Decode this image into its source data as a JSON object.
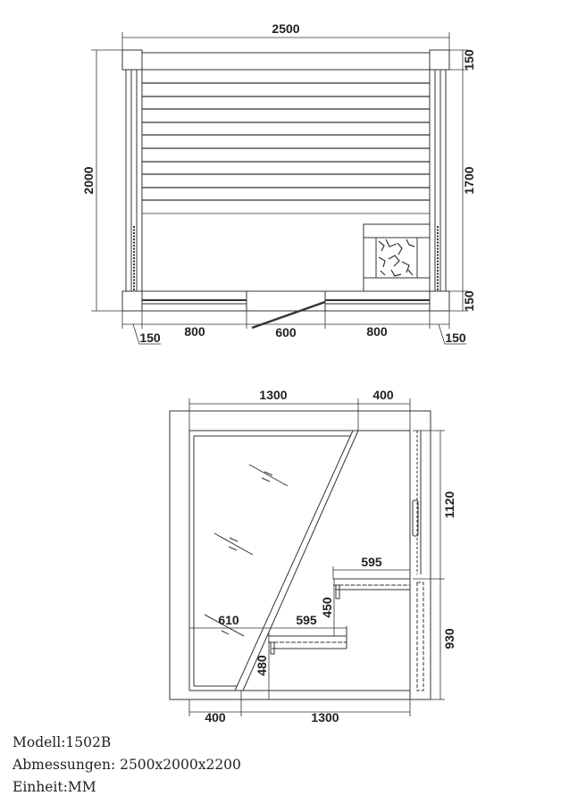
{
  "top_view": {
    "width": "2500",
    "depth": "2000",
    "side_top": "150",
    "side_middle": "1700",
    "side_bottom": "150",
    "bottom_left_post": "150",
    "bottom_left_glass": "800",
    "bottom_door": "600",
    "bottom_right_glass": "800",
    "bottom_right_post": "150"
  },
  "front_view": {
    "top_glass": "1300",
    "top_wall": "400",
    "right_upper": "1120",
    "right_lower": "930",
    "upper_bench_depth": "595",
    "bench_step_height": "450",
    "lower_bench_offset": "610",
    "lower_bench_depth": "595",
    "lower_bench_height": "480",
    "bottom_left": "400",
    "bottom_right": "1300"
  },
  "spec": {
    "model": "Modell:1502B",
    "dimensions": "Abmessungen: 2500x2000x2200",
    "unit": "Einheit:MM"
  },
  "colors": {
    "line": "#333333",
    "background": "#ffffff"
  }
}
